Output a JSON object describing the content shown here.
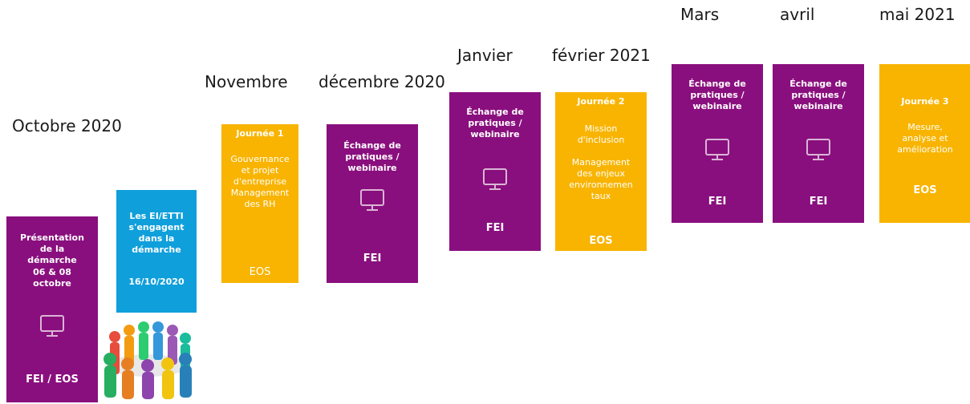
{
  "labels": {
    "oct": "Octobre 2020",
    "nov": "Novembre",
    "dec": "décembre 2020",
    "jan": "Janvier",
    "feb": "février 2021",
    "mar": "Mars",
    "apr": "avril",
    "may": "mai 2021"
  },
  "cards": [
    {
      "title": "Présentation\nde la\ndémarche",
      "body": "06 & 08\noctobre",
      "footer": "FEI / EOS",
      "icon": "monitor-icon",
      "color": "#8a0f7e"
    },
    {
      "title": "Les EI/ETTI\ns'engagent\ndans la\ndémarche",
      "body": "16/10/2020",
      "footer": "",
      "color": "#0f9fdb"
    },
    {
      "title": "Journée 1",
      "body": "Gouvernance\net projet\nd'entreprise\nManagement\ndes RH",
      "footer": "EOS",
      "color": "#f8b400"
    },
    {
      "title": "Échange de\npratiques /\nwebinaire",
      "body": "",
      "footer": "FEI",
      "icon": "monitor-icon",
      "color": "#8a0f7e"
    },
    {
      "title": "Échange de\npratiques /\nwebinaire",
      "body": "",
      "footer": "FEI",
      "icon": "monitor-icon",
      "color": "#8a0f7e"
    },
    {
      "title": "Journée 2",
      "body": "Mission\nd'inclusion\n\nManagement\ndes enjeux\nenvironnemen\ntaux",
      "footer": "EOS",
      "color": "#f8b400"
    },
    {
      "title": "Échange de\npratiques /\nwebinaire",
      "body": "",
      "footer": "FEI",
      "icon": "monitor-icon",
      "color": "#8a0f7e"
    },
    {
      "title": "Échange de\npratiques /\nwebinaire",
      "body": "",
      "footer": "FEI",
      "icon": "monitor-icon",
      "color": "#8a0f7e"
    },
    {
      "title": "Journée 3",
      "body": "Mesure,\nanalyse et\namélioration",
      "footer": "EOS",
      "color": "#f8b400"
    }
  ],
  "image_alt": "group-of-people-illustration"
}
